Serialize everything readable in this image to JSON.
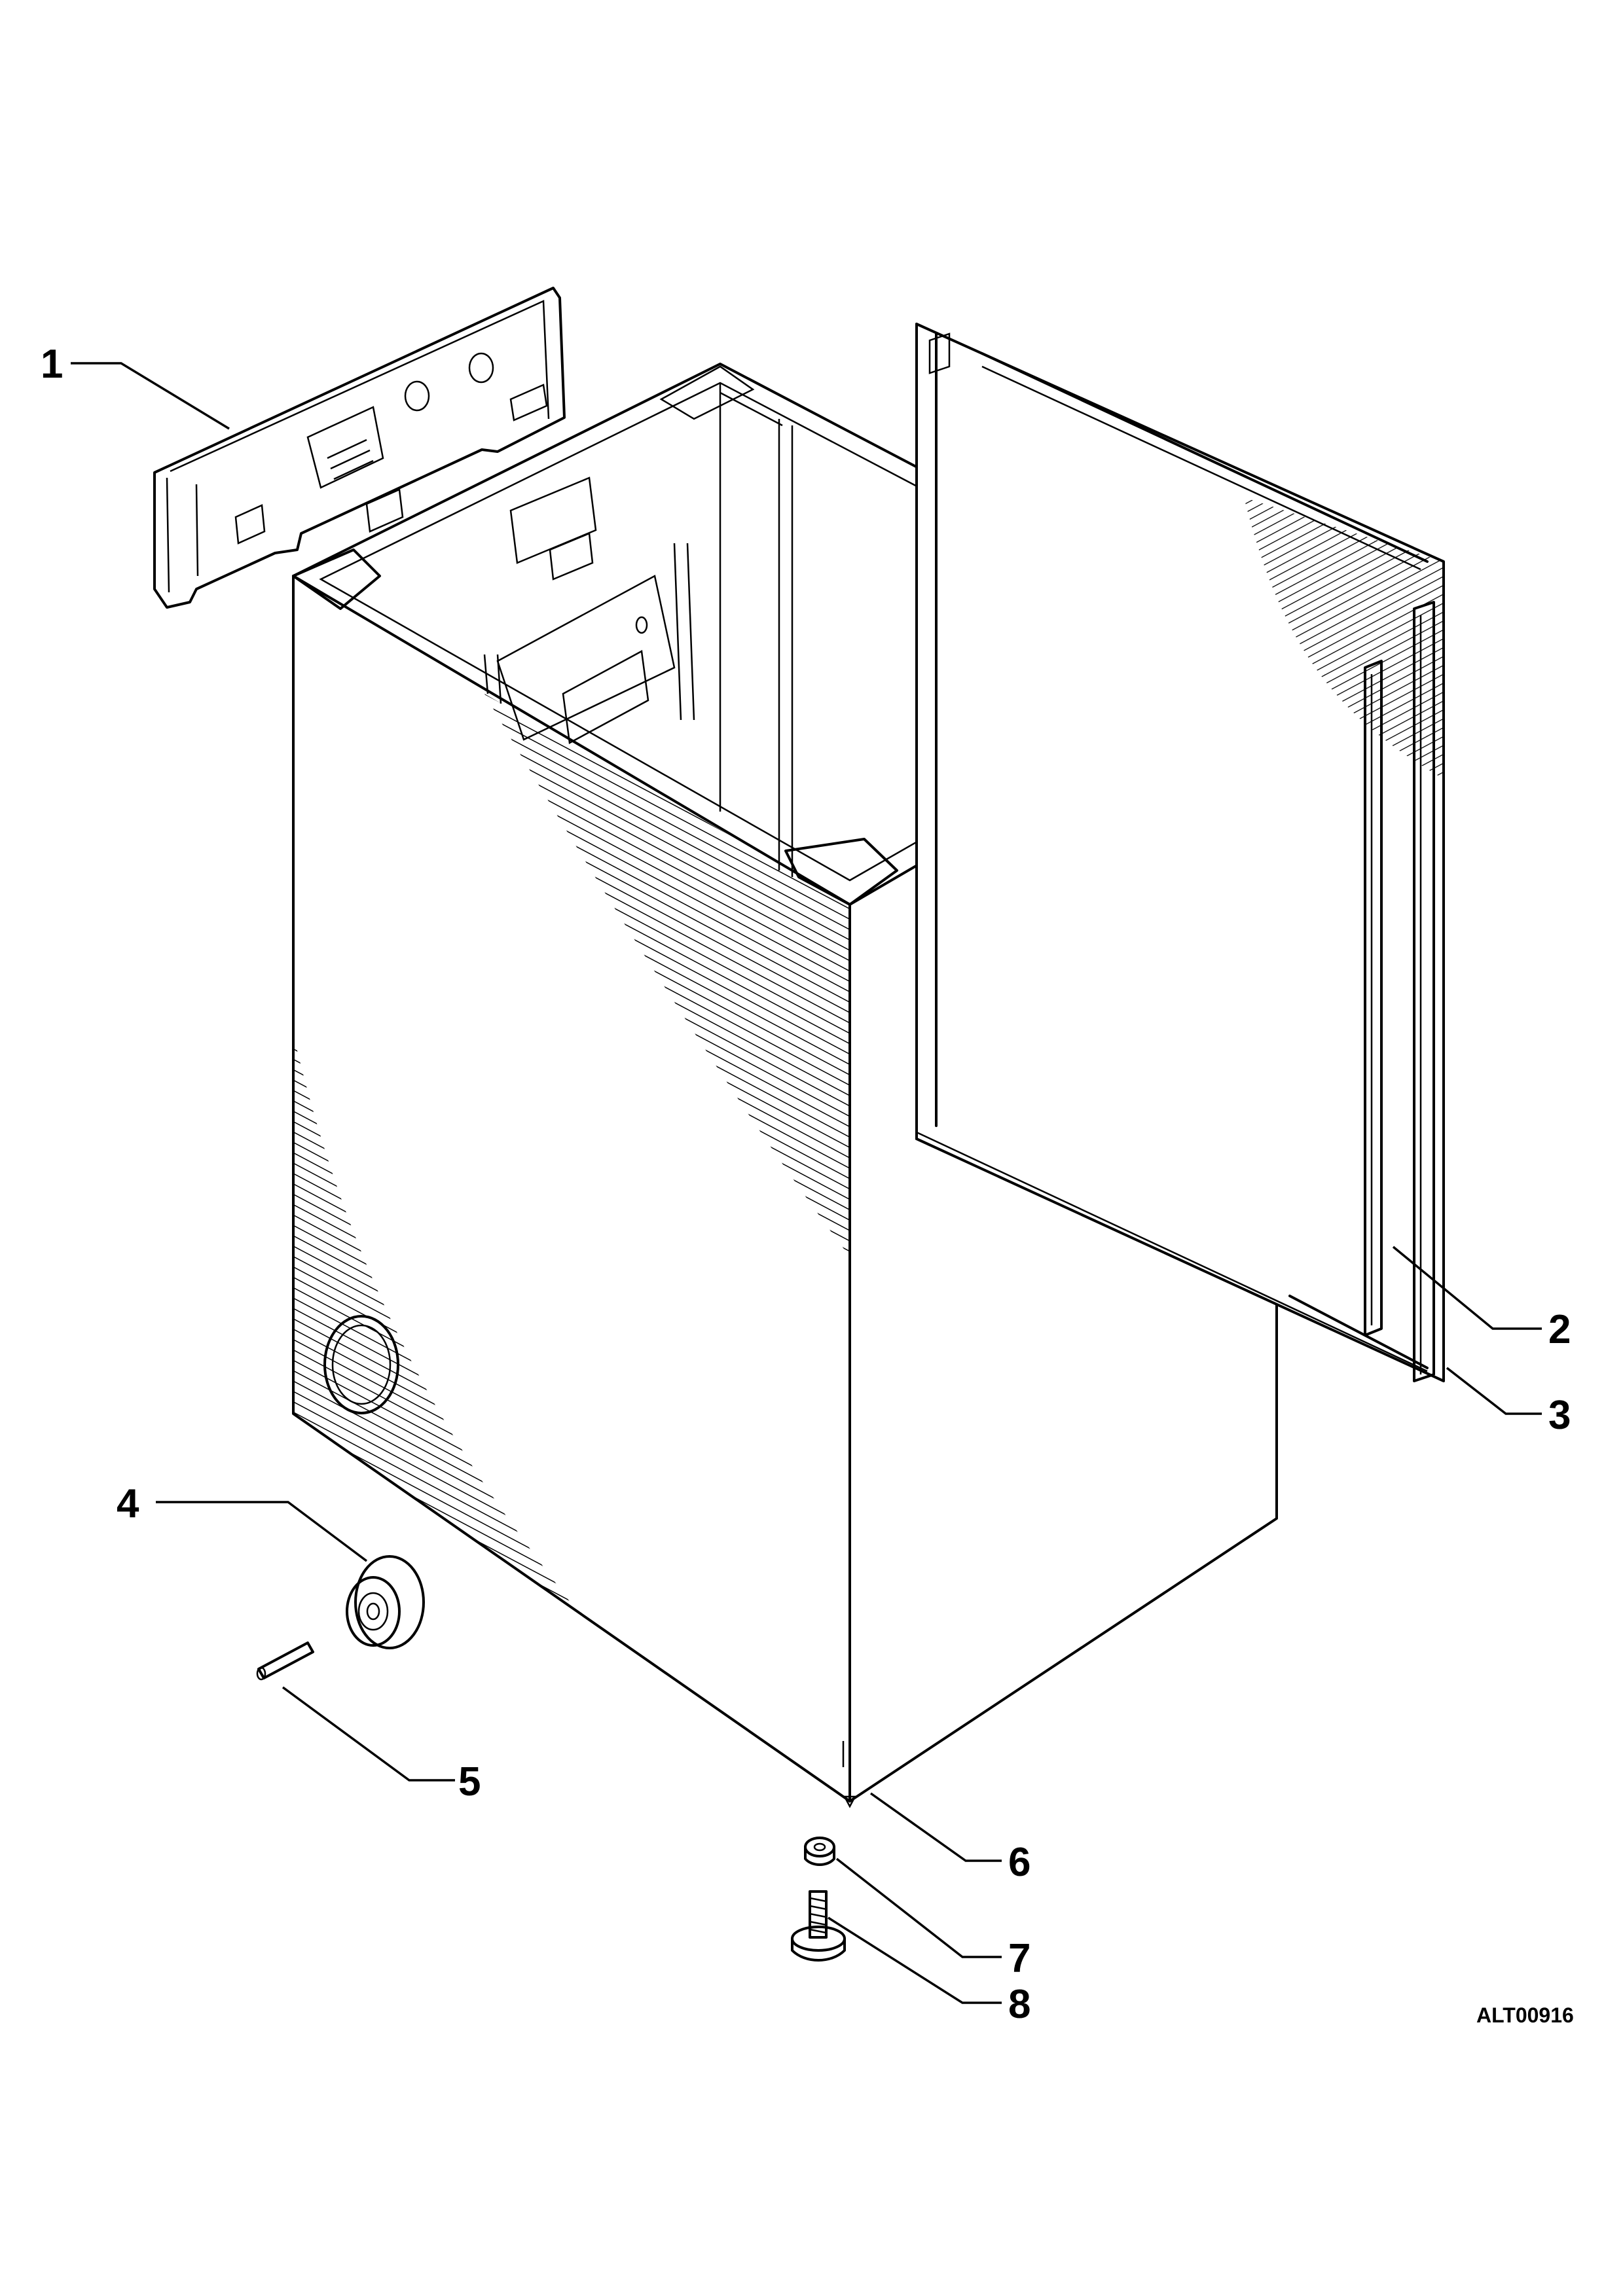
{
  "callouts": [
    {
      "id": "1",
      "label": "1"
    },
    {
      "id": "2",
      "label": "2"
    },
    {
      "id": "3",
      "label": "3"
    },
    {
      "id": "4",
      "label": "4"
    },
    {
      "id": "5",
      "label": "5"
    },
    {
      "id": "6",
      "label": "6"
    },
    {
      "id": "7",
      "label": "7"
    },
    {
      "id": "8",
      "label": "8"
    }
  ],
  "drawing_reference": "ALT00916",
  "parts": [
    {
      "callout": "1",
      "name": "control-panel-bracket"
    },
    {
      "callout": "2",
      "name": "back-panel"
    },
    {
      "callout": "3",
      "name": "back-panel-rail"
    },
    {
      "callout": "4",
      "name": "wheel"
    },
    {
      "callout": "5",
      "name": "wheel-axle-pin"
    },
    {
      "callout": "6",
      "name": "cabinet"
    },
    {
      "callout": "7",
      "name": "nut"
    },
    {
      "callout": "8",
      "name": "adjustable-foot"
    }
  ]
}
